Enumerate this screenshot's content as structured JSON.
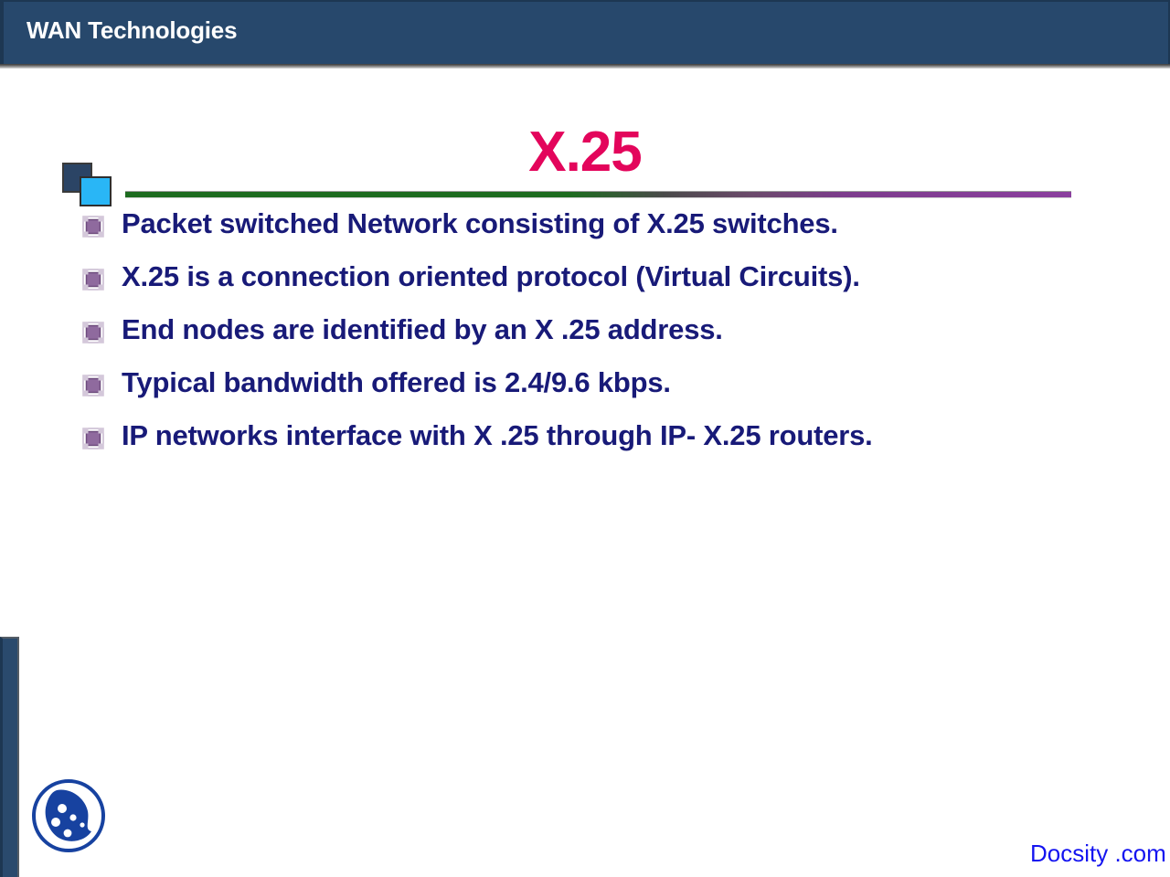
{
  "header": {
    "title": "WAN Technologies",
    "bar_color": "#27486c"
  },
  "slide": {
    "title": "X.25",
    "title_color": "#e3055b",
    "rule_gradient_start": "#1d6b1f",
    "rule_gradient_end": "#8b3f9e",
    "body_text_color": "#181a78",
    "bullets": [
      {
        "id": "bullet-packet-switched",
        "text": "Packet switched Network consisting of X.25 switches.",
        "align": "justify"
      },
      {
        "id": "bullet-connection-oriented",
        "text": "X.25 is a connection oriented protocol (Virtual Circuits).",
        "align": "justify"
      },
      {
        "id": "bullet-end-nodes",
        "text": "End nodes are identified by an X .25 address.",
        "align": "left"
      },
      {
        "id": "bullet-typical-bandwidth",
        "text": "Typical bandwidth offered is 2.4/9.6 kbps.",
        "align": "left"
      },
      {
        "id": "bullet-ip-networks",
        "text": "IP networks interface with X .25 through IP- X.25 routers.",
        "align": "justify"
      }
    ]
  },
  "decor": {
    "square_dark_color": "#2b4465",
    "square_cyan_color": "#29b6f6",
    "left_bar_color": "#2a4a6d",
    "bullet_icon_name": "purple-square-bullet-icon"
  },
  "footer": {
    "logo_name": "docsity-cookie-logo",
    "watermark": "Docsity .com",
    "watermark_color": "#1414f0"
  }
}
